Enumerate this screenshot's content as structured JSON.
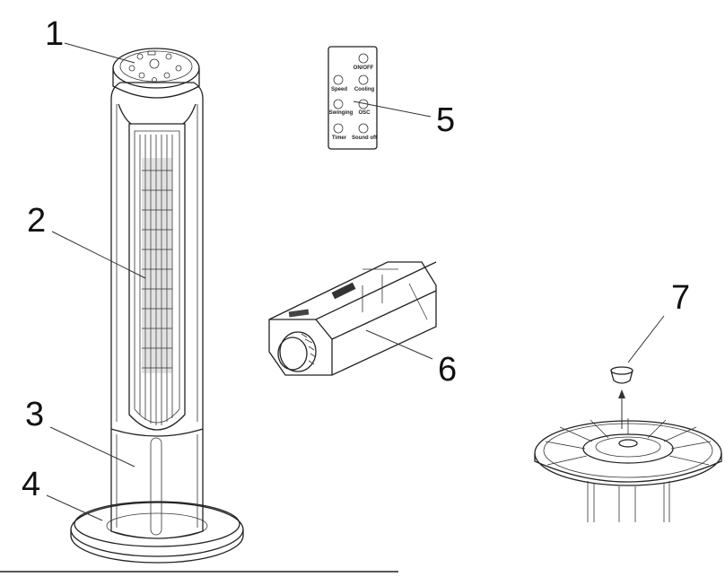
{
  "callouts": [
    "1",
    "2",
    "3",
    "4",
    "5",
    "6",
    "7"
  ],
  "remote": {
    "buttons": {
      "onoff": "ON/OFF",
      "speed": "Speed",
      "cooling": "Cooling",
      "swinging": "Swinging",
      "osc": "OSC",
      "timer": "Timer",
      "sound": "Sound off"
    }
  }
}
